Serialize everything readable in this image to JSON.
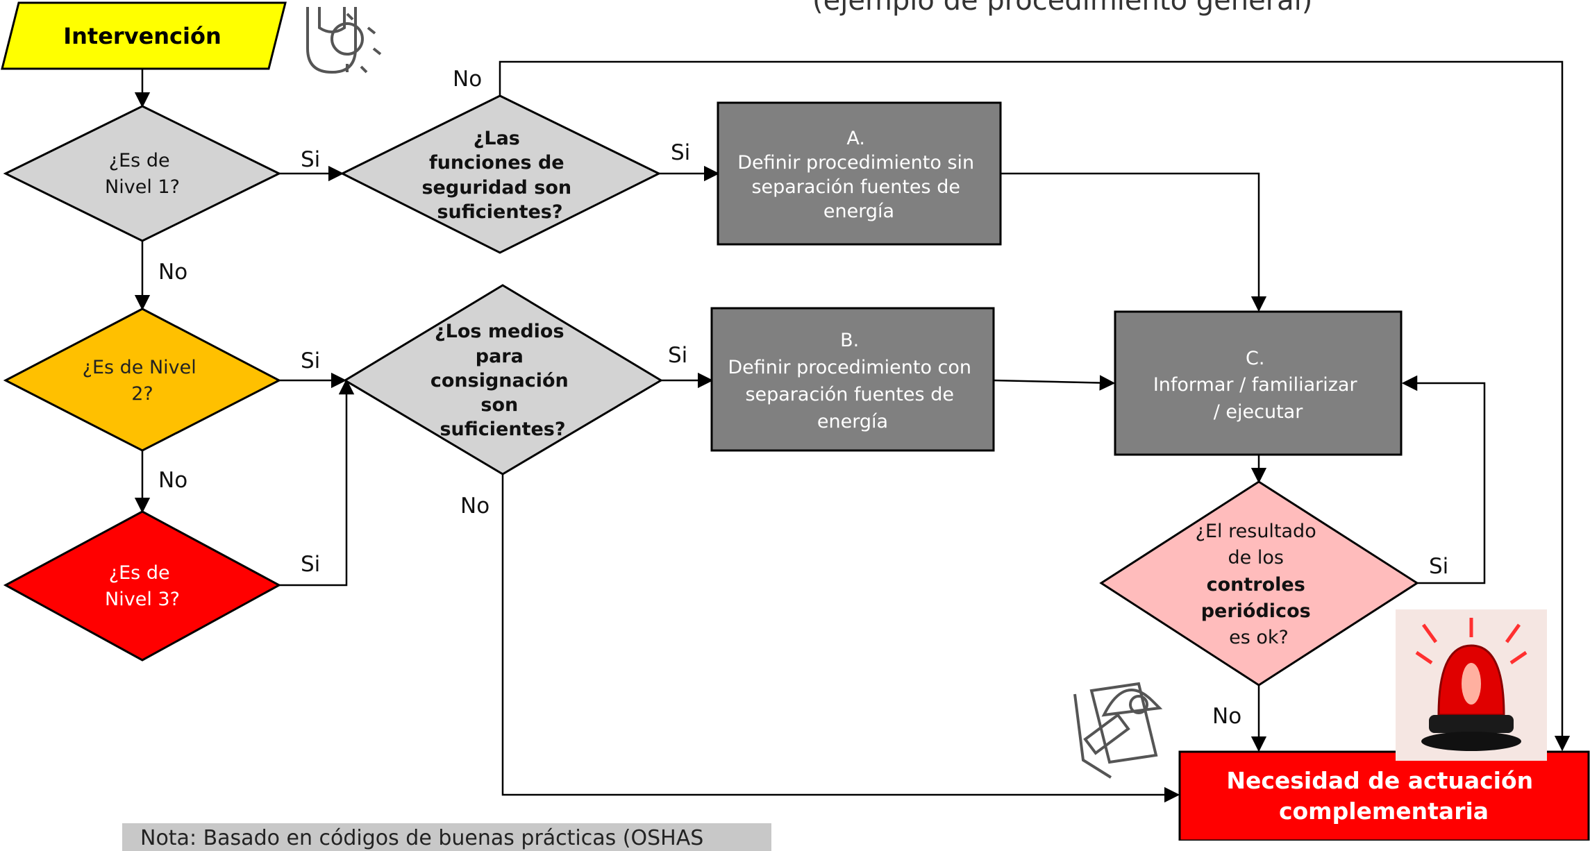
{
  "title": "(ejemplo de procedimiento general)",
  "start": {
    "label": "Intervención"
  },
  "decisions": {
    "nivel1": {
      "lines": [
        "¿Es de",
        "Nivel 1?"
      ]
    },
    "nivel2": {
      "lines": [
        "¿Es de Nivel",
        "2?"
      ]
    },
    "nivel3": {
      "lines": [
        "¿Es de",
        "Nivel 3?"
      ]
    },
    "seguridad": {
      "lines": [
        "¿Las",
        "funciones de",
        "seguridad son",
        "suficientes?"
      ]
    },
    "consignacion": {
      "lines": [
        "¿Los medios",
        "para",
        "consignación",
        "son",
        "suficientes?"
      ]
    },
    "controles": {
      "lines": [
        "¿El resultado",
        "de los",
        "controles",
        "periódicos",
        "es ok?"
      ]
    }
  },
  "boxes": {
    "a": {
      "lines": [
        "A.",
        "Definir procedimiento sin",
        "separación fuentes de",
        "energía"
      ]
    },
    "b": {
      "lines": [
        "B.",
        "Definir procedimiento con",
        "separación fuentes de",
        "energía"
      ]
    },
    "c": {
      "lines": [
        "C.",
        "Informar / familiarizar",
        "/ ejecutar"
      ]
    }
  },
  "end": {
    "lines": [
      "Necesidad de actuación",
      "complementaria"
    ]
  },
  "edge_labels": {
    "yes": "Si",
    "no": "No"
  },
  "note": "Nota: Basado en códigos de buenas prácticas (OSHAS",
  "icons": [
    "wrench-gear-icon",
    "clipboard-ruler-icon",
    "siren-light-icon"
  ],
  "colors": {
    "start": "#ffff00",
    "decision_gray": "#d3d3d3",
    "nivel2": "#ffc000",
    "nivel3": "#ff0000",
    "controles": "#ffbcbc",
    "box": "#808080",
    "end": "#ff0000"
  }
}
